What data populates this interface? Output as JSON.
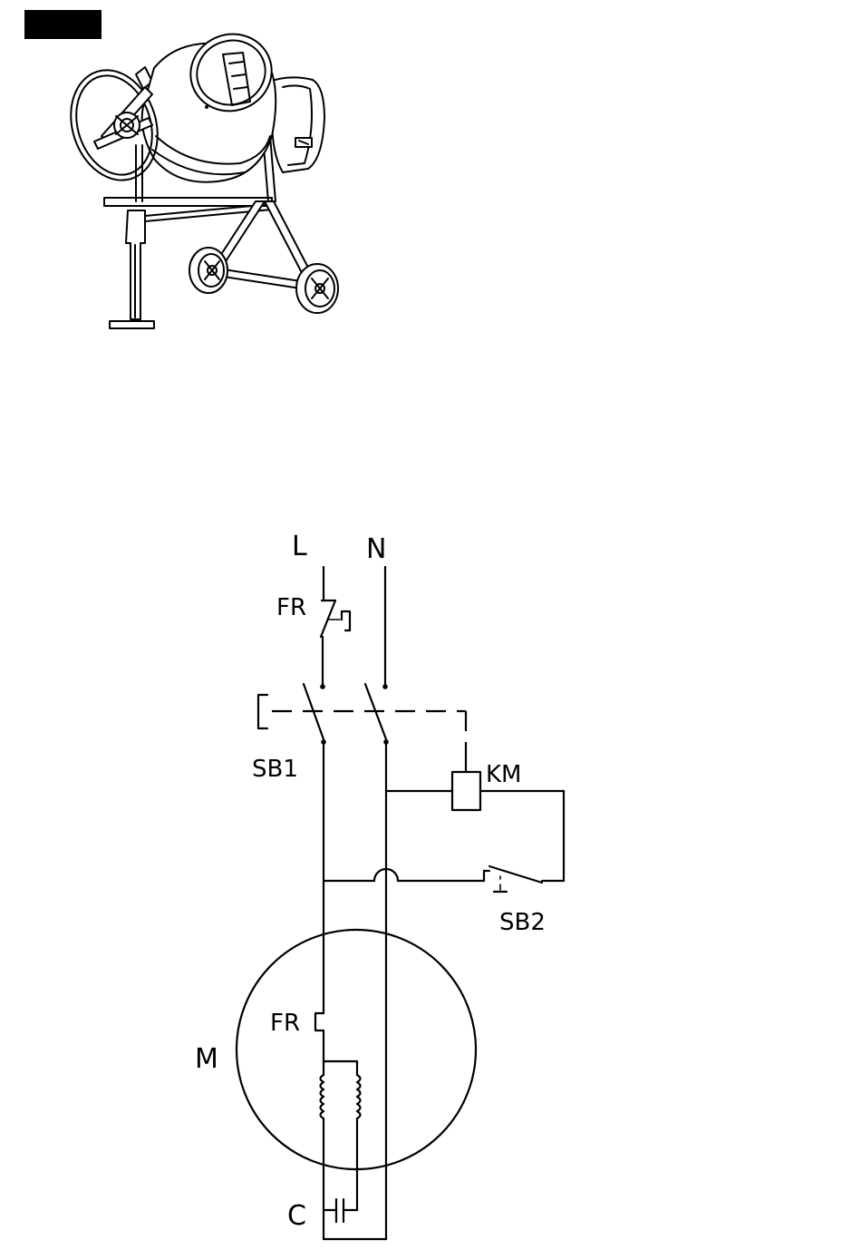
{
  "labels": {
    "line": "L",
    "neutral": "N",
    "thermal_relay_top": "FR",
    "start_button": "SB1",
    "contactor": "KM",
    "stop_button": "SB2",
    "motor": "M",
    "thermal_relay_motor": "FR",
    "capacitor": "C"
  },
  "colors": {
    "ink": "#000000",
    "paper": "#ffffff"
  }
}
